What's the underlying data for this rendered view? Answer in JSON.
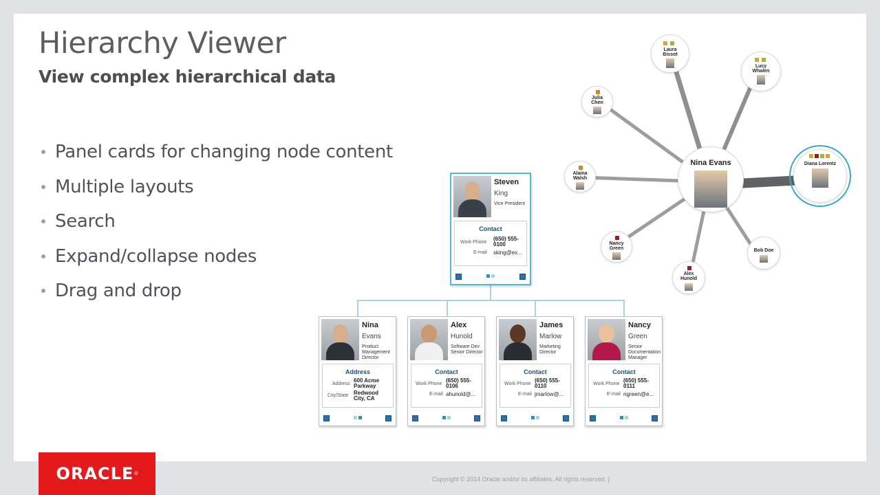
{
  "title": "Hierarchy Viewer",
  "subtitle": "View complex hierarchical data",
  "bullets": [
    "Panel cards for changing node content",
    "Multiple layouts",
    "Search",
    "Expand/collapse nodes",
    "Drag and drop"
  ],
  "brand": "ORACLE",
  "copyright": "Copyright © 2014 Oracle and/or its affiliates. All rights reserved.  |",
  "org_chart": {
    "root": {
      "first": "Steven",
      "last": "King",
      "job": "Vice President",
      "panel_title": "Contact",
      "work_phone_label": "Work Phone",
      "work_phone": "(650) 555-0100",
      "email_label": "E-mail",
      "email": "sking@ex..."
    },
    "children": [
      {
        "first": "Nina",
        "last": "Evans",
        "job": "Product Management Director",
        "panel_title": "Address",
        "row1_label": "Address",
        "row1_value": "600 Acme Parkway",
        "row2_label": "City/State",
        "row2_value": "Redwood City, CA"
      },
      {
        "first": "Alex",
        "last": "Hunold",
        "job": "Software Dev Senior Director",
        "panel_title": "Contact",
        "row1_label": "Work Phone",
        "row1_value": "(650) 555-0106",
        "row2_label": "E-mail",
        "row2_value": "ahunold@..."
      },
      {
        "first": "James",
        "last": "Marlow",
        "job": "Marketing Director",
        "panel_title": "Contact",
        "row1_label": "Work Phone",
        "row1_value": "(650) 555-0110",
        "row2_label": "E-mail",
        "row2_value": "jmarlow@..."
      },
      {
        "first": "Nancy",
        "last": "Green",
        "job": "Senior Documentation Manager",
        "panel_title": "Contact",
        "row1_label": "Work Phone",
        "row1_value": "(650) 555-0111",
        "row2_label": "E-mail",
        "row2_value": "ngreen@e..."
      }
    ]
  },
  "radial": {
    "center": "Nina Evans",
    "nodes": [
      "Laura Bissot",
      "Lucy Whalen",
      "Julia Chen",
      "Diana Lorentz",
      "Alaina Walsh",
      "Nancy Green",
      "Bob Doe",
      "Alex Hunold"
    ]
  },
  "colors": {
    "accent": "#3aa7c8",
    "brand_red": "#e3191b",
    "title": "#5b5f64",
    "card_header": "#1b4f85"
  }
}
